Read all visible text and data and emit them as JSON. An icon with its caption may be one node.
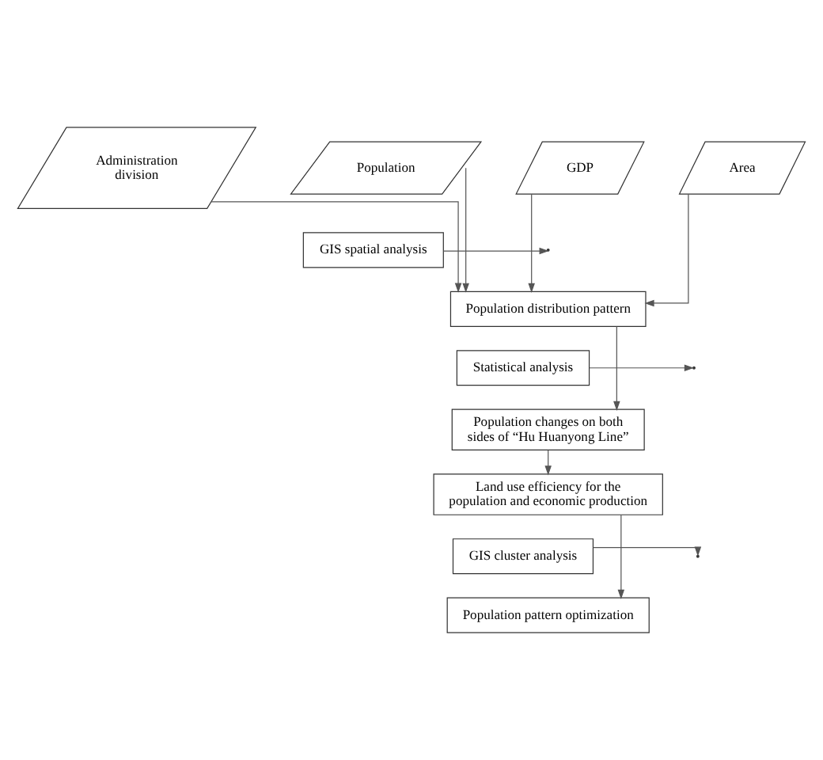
{
  "diagram": {
    "nodes": [
      {
        "text": [
          "Population"
        ]
      },
      {
        "text": [
          "GDP"
        ]
      },
      {
        "text": [
          "Area"
        ]
      },
      {
        "text": [
          "Administration division"
        ]
      },
      {
        "text": [
          "GIS spatial analysis"
        ]
      },
      {
        "text": [
          "Population distribution pattern"
        ]
      },
      {
        "text": [
          "Statistical analysis"
        ]
      },
      {
        "text": [
          "Population changes on both sides of “Hu Huanyong Line”"
        ]
      },
      {
        "text": [
          "Land use efficiency for the population and economic production"
        ]
      },
      {
        "text": [
          "GIS cluster analysis"
        ]
      },
      {
        "text": [
          "Population pattern optimization"
        ]
      }
    ],
    "edges": [
      {
        "from": 0,
        "to": 5,
        "arrow": "to"
      },
      {
        "from": 1,
        "to": 5,
        "arrow": "to"
      },
      {
        "from": 2,
        "to": 5,
        "arrow": "to"
      },
      {
        "from": 3,
        "to": 5,
        "arrow": "to"
      },
      {
        "from": 4,
        "to": null,
        "arrow": "to"
      },
      {
        "from": 6,
        "to": null,
        "arrow": "to"
      },
      {
        "from": 5,
        "to": 7,
        "arrow": "to"
      },
      {
        "from": 7,
        "to": 8,
        "arrow": "to"
      },
      {
        "from": 9,
        "to": null,
        "arrow": "to"
      },
      {
        "from": 8,
        "to": 10,
        "arrow": "to"
      }
    ]
  }
}
